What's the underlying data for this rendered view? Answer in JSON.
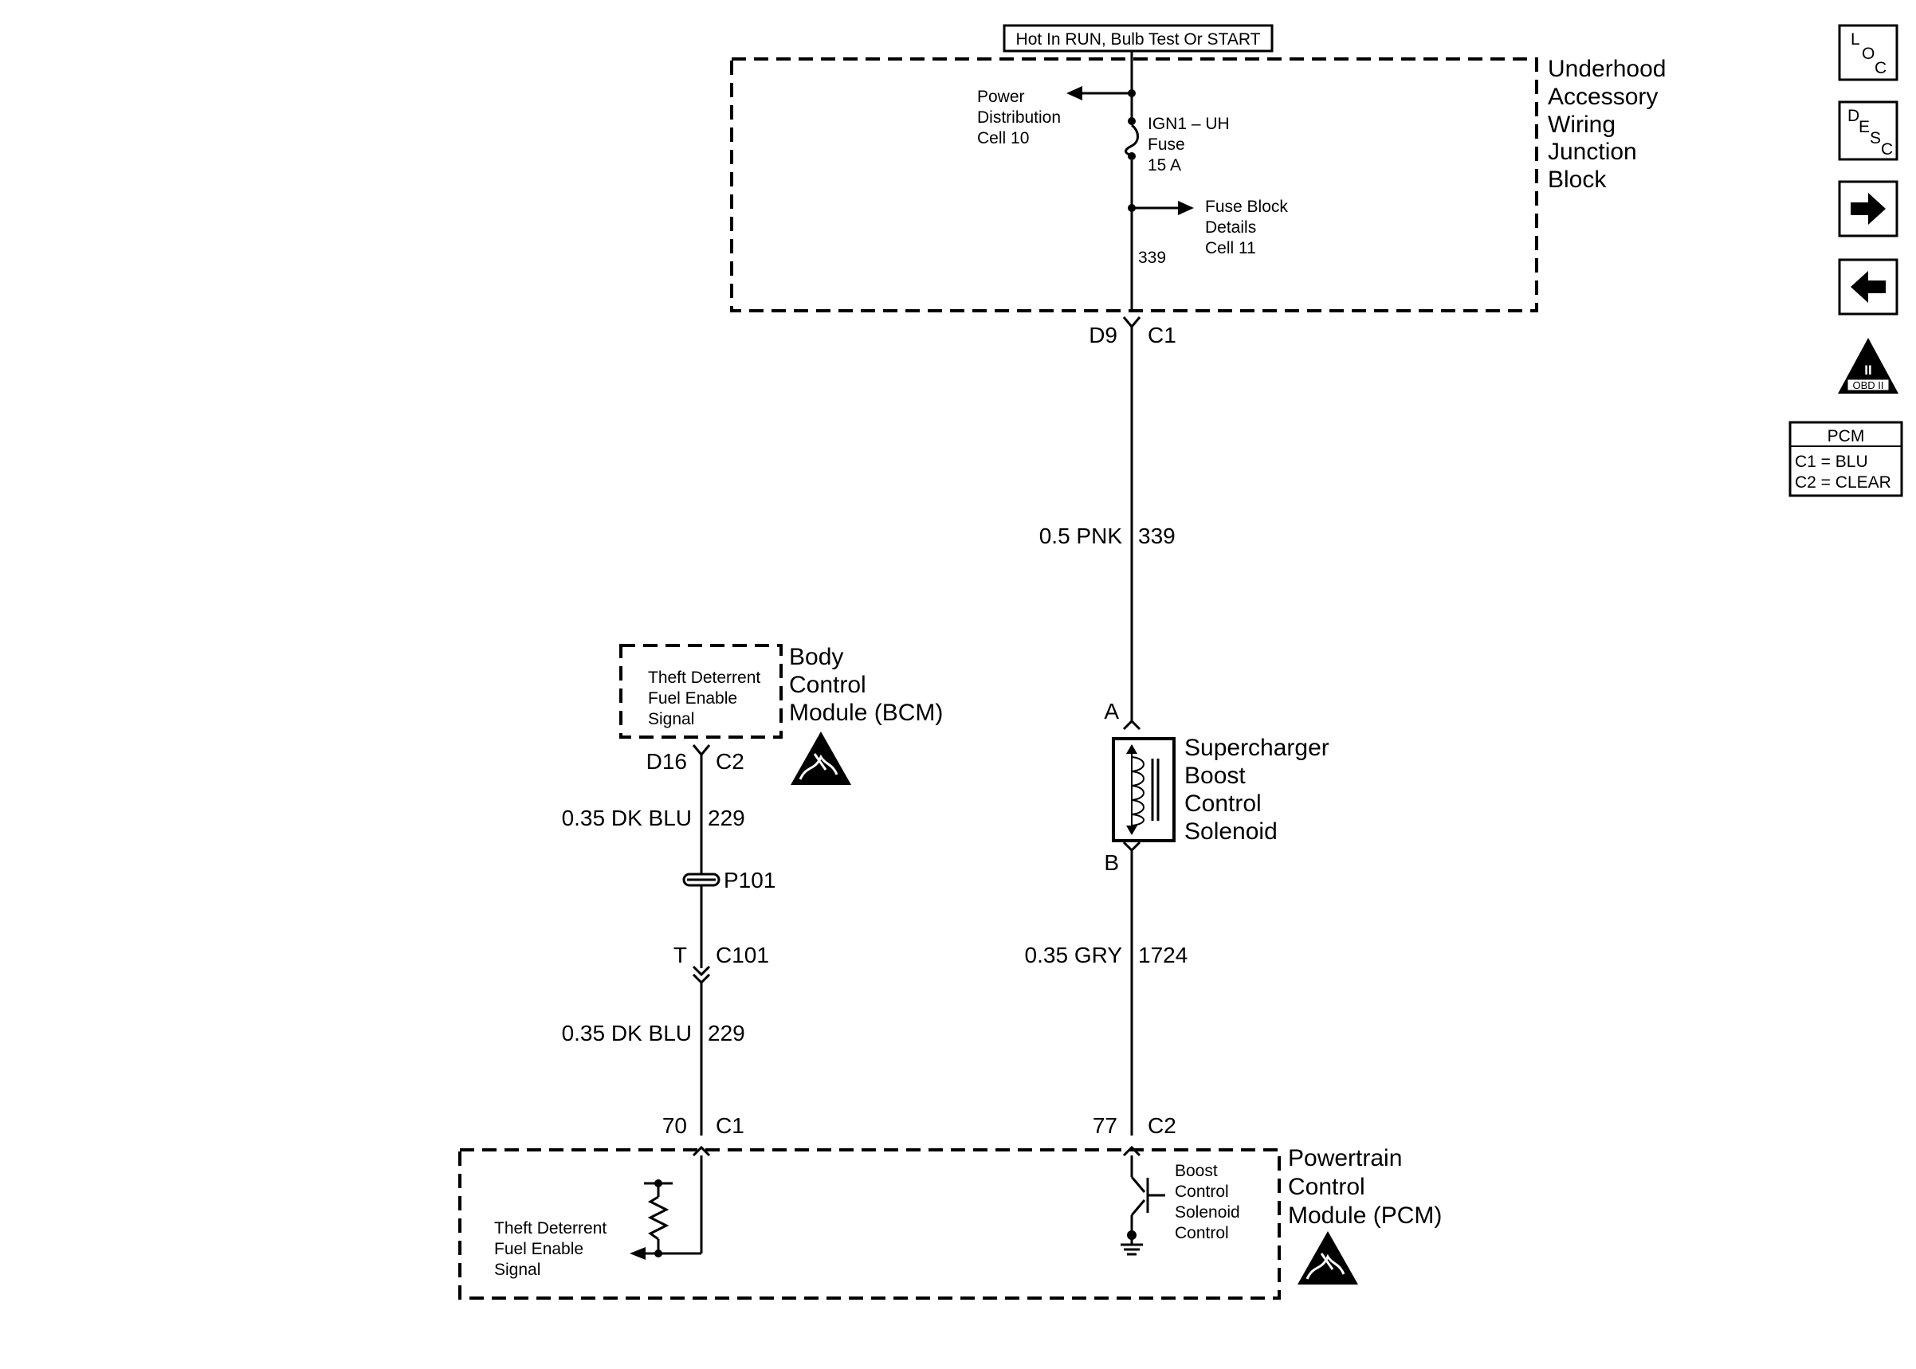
{
  "header": {
    "power_label": "Hot In RUN, Bulb Test Or START"
  },
  "junction_block": {
    "title_lines": [
      "Underhood",
      "Accessory",
      "Wiring",
      "Junction",
      "Block"
    ],
    "power_dist_lines": [
      "Power",
      "Distribution",
      "Cell 10"
    ],
    "fuse_lines": [
      "IGN1 – UH",
      "Fuse",
      "15 A"
    ],
    "fuse_block_lines": [
      "Fuse Block",
      "Details",
      "Cell 11"
    ],
    "circuit_inside": "339",
    "conn_pin": "D9",
    "conn_id": "C1"
  },
  "wire_pnk": {
    "gauge_color": "0.5 PNK",
    "circuit": "339"
  },
  "solenoid": {
    "pin_a": "A",
    "pin_b": "B",
    "label_lines": [
      "Supercharger",
      "Boost",
      "Control",
      "Solenoid"
    ]
  },
  "wire_gry": {
    "gauge_color": "0.35 GRY",
    "circuit": "1724"
  },
  "bcm": {
    "title_lines": [
      "Body",
      "Control",
      "Module (BCM)"
    ],
    "signal_lines": [
      "Theft Deterrent",
      "Fuel Enable",
      "Signal"
    ],
    "conn_pin": "D16",
    "conn_id": "C2"
  },
  "wire_blu_upper": {
    "gauge_color": "0.35 DK BLU",
    "circuit": "229"
  },
  "splice": {
    "label": "P101"
  },
  "inline_connector": {
    "pin": "T",
    "id": "C101"
  },
  "wire_blu_lower": {
    "gauge_color": "0.35 DK BLU",
    "circuit": "229"
  },
  "pcm": {
    "title_lines": [
      "Powertrain",
      "Control",
      "Module (PCM)"
    ],
    "left_pin": "70",
    "left_conn": "C1",
    "right_pin": "77",
    "right_conn": "C2",
    "theft_lines": [
      "Theft Deterrent",
      "Fuel Enable",
      "Signal"
    ],
    "boost_lines": [
      "Boost",
      "Control",
      "Solenoid",
      "Control"
    ]
  },
  "sidebar": {
    "loc_icon": {
      "letters": [
        "L",
        "O",
        "C"
      ]
    },
    "desc_icon": {
      "letters": [
        "D",
        "E",
        "S",
        "C"
      ]
    },
    "obd_label": "OBD II",
    "obd_numeral": "II",
    "pcm_legend": {
      "title": "PCM",
      "rows": [
        "C1 = BLU",
        "C2 = CLEAR"
      ]
    }
  }
}
